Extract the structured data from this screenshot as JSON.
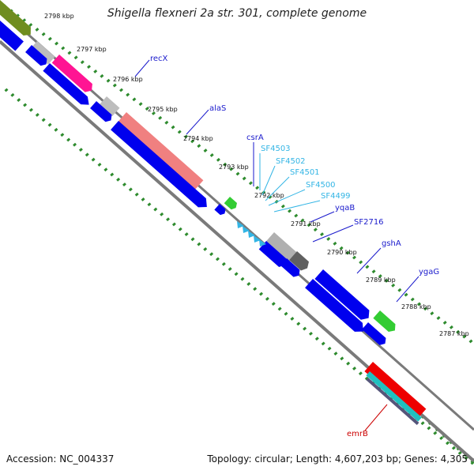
{
  "title": "Shigella flexneri 2a str. 301, complete genome",
  "accession": "Accession: NC_004337",
  "summary": "Topology: circular; Length: 4,607,203 bp; Genes: 4,305",
  "colors": {
    "backbone": "#808080",
    "ticks": "#2e8b2e",
    "forward_gene": "#0000ee",
    "label_dark": "#1a1acc",
    "label_light": "#33b5e5",
    "label_red": "#cc0000"
  },
  "kbp_labels": [
    "2798 kbp",
    "2797 kbp",
    "2796 kbp",
    "2795 kbp",
    "2794 kbp",
    "2793 kbp",
    "2792 kbp",
    "2791 kbp",
    "2790 kbp",
    "2789 kbp",
    "2788 kbp",
    "2787 kbp"
  ],
  "gene_labels": [
    {
      "text": "recX",
      "color": "dark"
    },
    {
      "text": "alaS",
      "color": "dark"
    },
    {
      "text": "csrA",
      "color": "dark"
    },
    {
      "text": "SF4503",
      "color": "light"
    },
    {
      "text": "SF4502",
      "color": "light"
    },
    {
      "text": "SF4501",
      "color": "light"
    },
    {
      "text": "SF4500",
      "color": "light"
    },
    {
      "text": "SF4499",
      "color": "light"
    },
    {
      "text": "yqaB",
      "color": "dark"
    },
    {
      "text": "SF2716",
      "color": "dark"
    },
    {
      "text": "gshA",
      "color": "dark"
    },
    {
      "text": "ygaG",
      "color": "dark"
    },
    {
      "text": "emrB",
      "color": "red"
    }
  ]
}
